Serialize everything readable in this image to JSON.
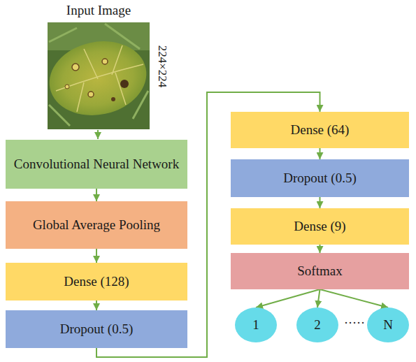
{
  "diagram": {
    "nodes": [
      {
        "text": [
          "Convolutional Neural Network"
        ]
      },
      {
        "text": [
          "Global Average Pooling"
        ]
      },
      {
        "text": [
          "Dense (128)"
        ]
      },
      {
        "text": [
          "Dropout (0.5)"
        ]
      },
      {
        "text": [
          "Dense (64)"
        ]
      },
      {
        "text": [
          "Dropout (0.5)"
        ]
      },
      {
        "text": [
          "Dense (9)"
        ]
      },
      {
        "text": [
          "Softmax"
        ]
      },
      {
        "text": [
          "1"
        ]
      },
      {
        "text": [
          "2"
        ]
      },
      {
        "text": [
          "N"
        ]
      }
    ],
    "edges": [
      {
        "from": 0,
        "to": 1,
        "arrow": "to"
      },
      {
        "from": 1,
        "to": 2,
        "arrow": "to"
      },
      {
        "from": 2,
        "to": 3,
        "arrow": "to"
      },
      {
        "from": 3,
        "to": 4,
        "arrow": "to"
      },
      {
        "from": 4,
        "to": 5,
        "arrow": "to"
      },
      {
        "from": 5,
        "to": 6,
        "arrow": "to"
      },
      {
        "from": 6,
        "to": 7,
        "arrow": "to"
      },
      {
        "from": 7,
        "to": 8,
        "arrow": "to"
      },
      {
        "from": 7,
        "to": 9,
        "arrow": "to"
      },
      {
        "from": 7,
        "to": 10,
        "arrow": "to"
      }
    ],
    "labels": [
      "Input Image",
      "224×224",
      "·····"
    ]
  }
}
